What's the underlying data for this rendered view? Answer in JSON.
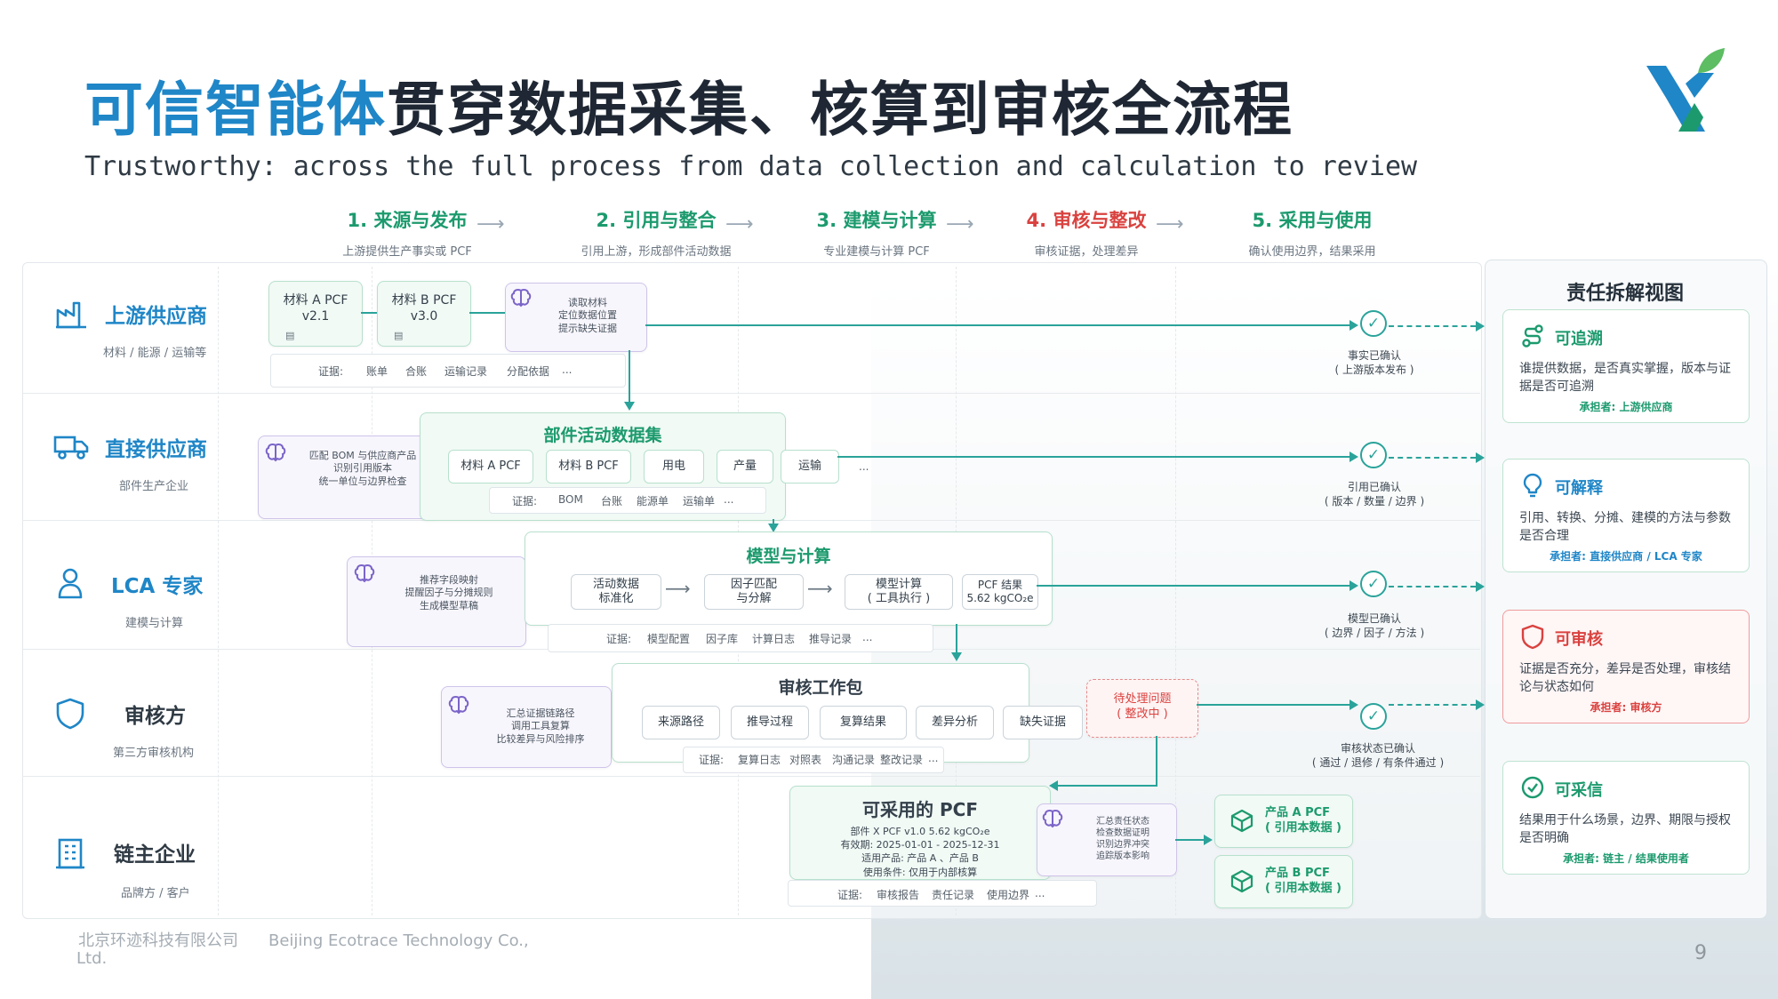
{
  "title": {
    "accent": "可信智能体",
    "rest": "贯穿数据采集、核算到审核全流程"
  },
  "subtitle": "Trustworthy: across the full process from data collection and calculation to review",
  "stages": [
    {
      "title": "1. 来源与发布",
      "desc": "上游提供生产事实或 PCF"
    },
    {
      "title": "2. 引用与整合",
      "desc": "引用上游，形成部件活动数据"
    },
    {
      "title": "3. 建模与计算",
      "desc": "专业建模与计算 PCF"
    },
    {
      "title": "4. 审核与整改",
      "desc": "审核证据，处理差异"
    },
    {
      "title": "5. 采用与使用",
      "desc": "确认使用边界，结果采用"
    }
  ],
  "lanes": [
    {
      "name": "上游供应商",
      "sub": "材料 / 能源 / 运输等"
    },
    {
      "name": "直接供应商",
      "sub": "部件生产企业"
    },
    {
      "name": "LCA 专家",
      "sub": "建模与计算"
    },
    {
      "name": "审核方",
      "sub": "第三方审核机构"
    },
    {
      "name": "链主企业",
      "sub": "品牌方 / 客户"
    }
  ],
  "upstream": {
    "card_a": "材料 A PCF\nv2.1",
    "card_b": "材料 B PCF\nv3.0",
    "ai": "读取材料\n定位数据位置\n提示缺失证据",
    "evidence": [
      "证据:",
      "账单",
      "合账",
      "运输记录",
      "分配依据",
      "..."
    ],
    "confirm": "事实已确认\n( 上游版本发布 )"
  },
  "direct": {
    "ai": "匹配 BOM 与供应商产品\n识别引用版本\n统一单位与边界检查",
    "title": "部件活动数据集",
    "chips": [
      "材料 A PCF",
      "材料 B PCF",
      "用电",
      "产量",
      "运输"
    ],
    "more": "...",
    "evidence": [
      "证据:",
      "BOM",
      "台账",
      "能源单",
      "运输单",
      "..."
    ],
    "confirm": "引用已确认\n( 版本 / 数量 / 边界 )"
  },
  "lca": {
    "ai": "推荐字段映射\n提醒因子与分摊规则\n生成模型草稿",
    "title": "模型与计算",
    "chips": [
      "活动数据\n标准化",
      "因子匹配\n与分解",
      "模型计算\n( 工具执行 )",
      "PCF 结果\n5.62 kgCO₂e"
    ],
    "evidence": [
      "证据:",
      "模型配置",
      "因子库",
      "计算日志",
      "推导记录",
      "..."
    ],
    "confirm": "模型已确认\n( 边界 / 因子 / 方法 )"
  },
  "audit": {
    "ai": "汇总证据链路径\n调用工具复算\n比较差异与风险排序",
    "title": "审核工作包",
    "chips": [
      "来源路径",
      "推导过程",
      "复算结果",
      "差异分析",
      "缺失证据"
    ],
    "issue": "待处理问题\n( 整改中 )",
    "evidence": [
      "证据:",
      "复算日志",
      "对照表",
      "沟通记录",
      "整改记录",
      "..."
    ],
    "confirm": "审核状态已确认\n( 通过 / 退修 / 有条件通过 )"
  },
  "chain": {
    "title": "可采用的 PCF",
    "lines": [
      "部件 X PCF v1.0   5.62 kgCO₂e",
      "有效期:  2025-01-01 - 2025-12-31",
      "适用产品:  产品 A 、产品 B",
      "使用条件:  仅用于内部核算"
    ],
    "ai": "汇总责任状态\n检查数据证明\n识别边界冲突\n追踪版本影响",
    "evidence": [
      "证据:",
      "审核报告",
      "责任记录",
      "使用边界",
      "..."
    ],
    "products": [
      "产品 A PCF\n( 引用本数据 )",
      "产品 B PCF\n( 引用本数据 )"
    ]
  },
  "responsibility": {
    "title": "责任拆解视图",
    "cards": [
      {
        "title": "可追溯",
        "desc": "谁提供数据，是否真实掌握，版本与证据是否可追溯",
        "owner": "承担者:  上游供应商",
        "icon": "route-icon"
      },
      {
        "title": "可解释",
        "desc": "引用、转换、分摊、建模的方法与参数是否合理",
        "owner": "承担者:  直接供应商  / LCA 专家",
        "icon": "bulb-icon"
      },
      {
        "title": "可审核",
        "desc": "证据是否充分，差异是否处理，审核结论与状态如何",
        "owner": "承担者:  审核方",
        "icon": "shield-icon"
      },
      {
        "title": "可采信",
        "desc": "结果用于什么场景，边界、期限与授权是否明确",
        "owner": "承担者:  链主  /  结果使用者",
        "icon": "check-circle-icon"
      }
    ]
  },
  "footer": {
    "cn": "北京环迹科技有限公司",
    "en": "Beijing Ecotrace Technology Co.,",
    "en2": "Ltd."
  },
  "page_number": "9",
  "colors": {
    "accent_blue": "#1f86c7",
    "accent_green": "#1c9a6e",
    "flow_teal": "#2aa39a",
    "alert_red": "#d9423f",
    "ai_purple": "#7b64c8"
  }
}
